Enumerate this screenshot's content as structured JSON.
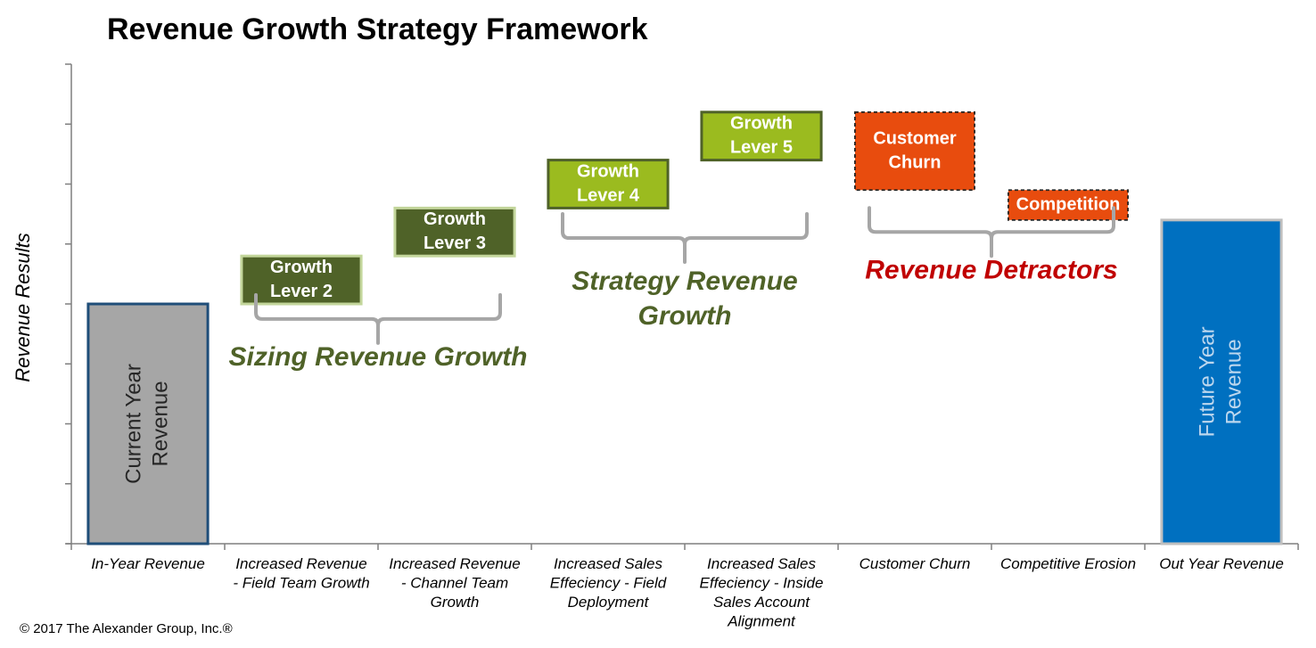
{
  "chart_data": {
    "type": "bar",
    "title": "Revenue Growth Strategy Framework",
    "ylabel": "Revenue Results",
    "xlabel": "",
    "ylim": [
      0,
      8
    ],
    "y_ticks": [
      0,
      1,
      2,
      3,
      4,
      5,
      6,
      7,
      8
    ],
    "grid": false,
    "categories": [
      "In-Year Revenue",
      "Increased Revenue - Field Team Growth",
      "Increased Revenue - Channel Team Growth",
      "Increased Sales Effeciency - Field Deployment",
      "Increased Sales Effeciency - Inside Sales Account Alignment",
      "Customer Churn",
      "Competitive Erosion",
      "Out Year Revenue"
    ],
    "category_lines": [
      [
        "In-Year Revenue"
      ],
      [
        "Increased Revenue",
        "- Field Team Growth"
      ],
      [
        "Increased Revenue",
        "- Channel Team",
        "Growth"
      ],
      [
        "Increased Sales",
        "Effeciency - Field",
        "Deployment"
      ],
      [
        "Increased Sales",
        "Effeciency - Inside",
        "Sales Account",
        "Alignment"
      ],
      [
        "Customer Churn"
      ],
      [
        "Competitive Erosion"
      ],
      [
        "Out Year Revenue"
      ]
    ],
    "bars": [
      {
        "category_index": 0,
        "lines": [
          "Current Year",
          "Revenue"
        ],
        "kind": "total",
        "bottom": 0,
        "top": 4.0,
        "fill": "#a6a6a6",
        "stroke": "#1f4e79",
        "text_color": "#262626",
        "dashed": false,
        "vertical_label": true
      },
      {
        "category_index": 1,
        "lines": [
          "Growth",
          "Lever 2"
        ],
        "kind": "increase",
        "bottom": 4.0,
        "top": 4.8,
        "fill": "#4f6228",
        "stroke": "#c3d69b",
        "text_color": "#ffffff",
        "dashed": false,
        "vertical_label": false
      },
      {
        "category_index": 2,
        "lines": [
          "Growth",
          "Lever 3"
        ],
        "kind": "increase",
        "bottom": 4.8,
        "top": 5.6,
        "fill": "#4f6228",
        "stroke": "#c3d69b",
        "text_color": "#ffffff",
        "dashed": false,
        "vertical_label": false
      },
      {
        "category_index": 3,
        "lines": [
          "Growth",
          "Lever 4"
        ],
        "kind": "increase",
        "bottom": 5.6,
        "top": 6.4,
        "fill": "#9bbb1f",
        "stroke": "#4f6228",
        "text_color": "#ffffff",
        "dashed": false,
        "vertical_label": false
      },
      {
        "category_index": 4,
        "lines": [
          "Growth",
          "Lever 5"
        ],
        "kind": "increase",
        "bottom": 6.4,
        "top": 7.2,
        "fill": "#9bbb1f",
        "stroke": "#4f6228",
        "text_color": "#ffffff",
        "dashed": false,
        "vertical_label": false
      },
      {
        "category_index": 5,
        "lines": [
          "Customer",
          "Churn"
        ],
        "kind": "decrease",
        "bottom": 5.9,
        "top": 7.2,
        "fill": "#e84c0e",
        "stroke": "#262626",
        "text_color": "#ffffff",
        "dashed": true,
        "vertical_label": false
      },
      {
        "category_index": 6,
        "lines": [
          "Competition"
        ],
        "kind": "decrease",
        "bottom": 5.4,
        "top": 5.9,
        "fill": "#e84c0e",
        "stroke": "#262626",
        "text_color": "#ffffff",
        "dashed": true,
        "vertical_label": false
      },
      {
        "category_index": 7,
        "lines": [
          "Future Year",
          "Revenue"
        ],
        "kind": "total",
        "bottom": 0,
        "top": 5.4,
        "fill": "#0070c0",
        "stroke": "#bfbfbf",
        "text_color": "#bdd7ee",
        "dashed": false,
        "vertical_label": true
      }
    ],
    "annotations": [
      {
        "lines": [
          "Sizing Revenue Growth"
        ],
        "from_category": 1,
        "to_category": 2,
        "bracket_at": 3.75,
        "color": "#4f6228"
      },
      {
        "lines": [
          "Strategy Revenue",
          "Growth"
        ],
        "from_category": 3,
        "to_category": 4,
        "bracket_at": 5.1,
        "color": "#4f6228"
      },
      {
        "lines": [
          "Revenue Detractors"
        ],
        "from_category": 5,
        "to_category": 6,
        "bracket_at": 5.2,
        "color": "#c00000"
      }
    ]
  },
  "footer": {
    "copyright": "© 2017 The Alexander Group, Inc.®"
  }
}
